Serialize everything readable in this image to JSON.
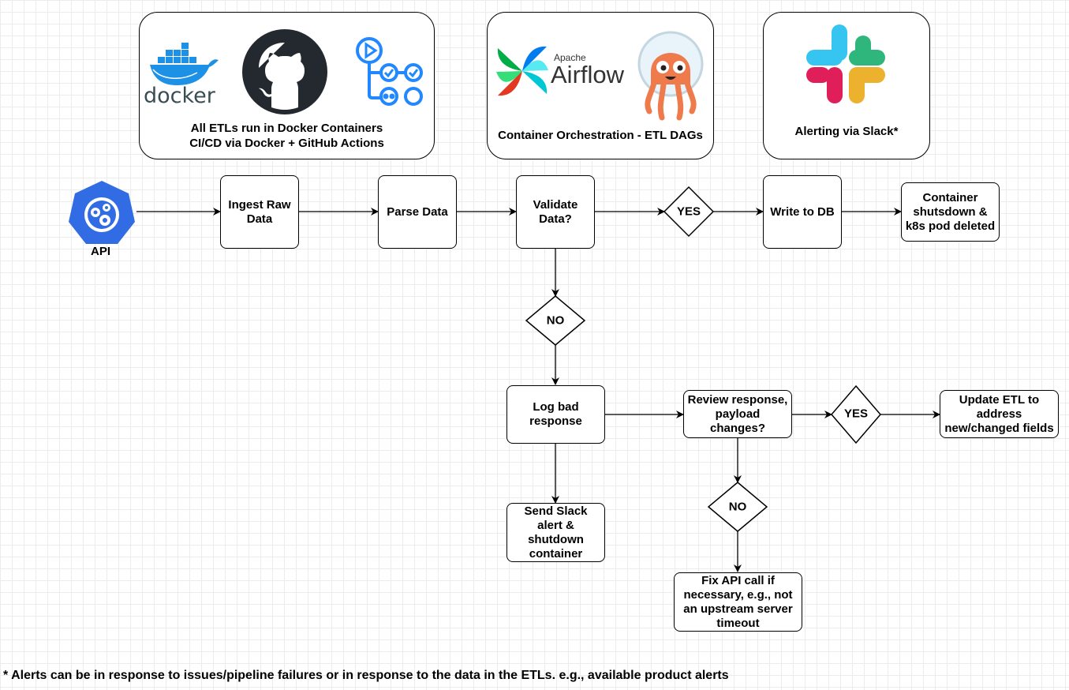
{
  "panels": {
    "cicd": {
      "line1": "All ETLs run in Docker Containers",
      "line2": "CI/CD via Docker + GitHub Actions",
      "docker_logo_text": "docker"
    },
    "orchestration": {
      "label": "Container Orchestration - ETL DAGs",
      "airflow_small": "Apache",
      "airflow_big": "Airflow"
    },
    "alerting": {
      "label": "Alerting via Slack*"
    }
  },
  "nodes": {
    "api": "API",
    "ingest": "Ingest Raw Data",
    "parse": "Parse Data",
    "validate": "Validate Data?",
    "yes1": "YES",
    "write": "Write to DB",
    "shutdown": "Container shutsdown & k8s pod deleted",
    "no1": "NO",
    "log": "Log bad response",
    "review": "Review response, payload changes?",
    "yes2": "YES",
    "update": "Update ETL to address new/changed fields",
    "slack_alert": "Send Slack alert & shutdown container",
    "no2": "NO",
    "fix": "Fix API call if necessary, e.g., not an upstream server timeout"
  },
  "footnote": "* Alerts can be in response to issues/pipeline failures or in response to the data in the ETLs. e.g., available product alerts",
  "colors": {
    "kubernetes_blue": "#326CE5",
    "docker_blue": "#1D91E6",
    "github_dark": "#24292F",
    "actions_blue": "#2188FF",
    "airflow_red": "#E43921",
    "airflow_green": "#00AD46",
    "airflow_blue": "#017CEE",
    "argo_orange": "#EF7B4D",
    "slack_blue": "#36C5F0",
    "slack_green": "#2EB67D",
    "slack_red": "#E01E5A",
    "slack_yellow": "#ECB22E"
  }
}
